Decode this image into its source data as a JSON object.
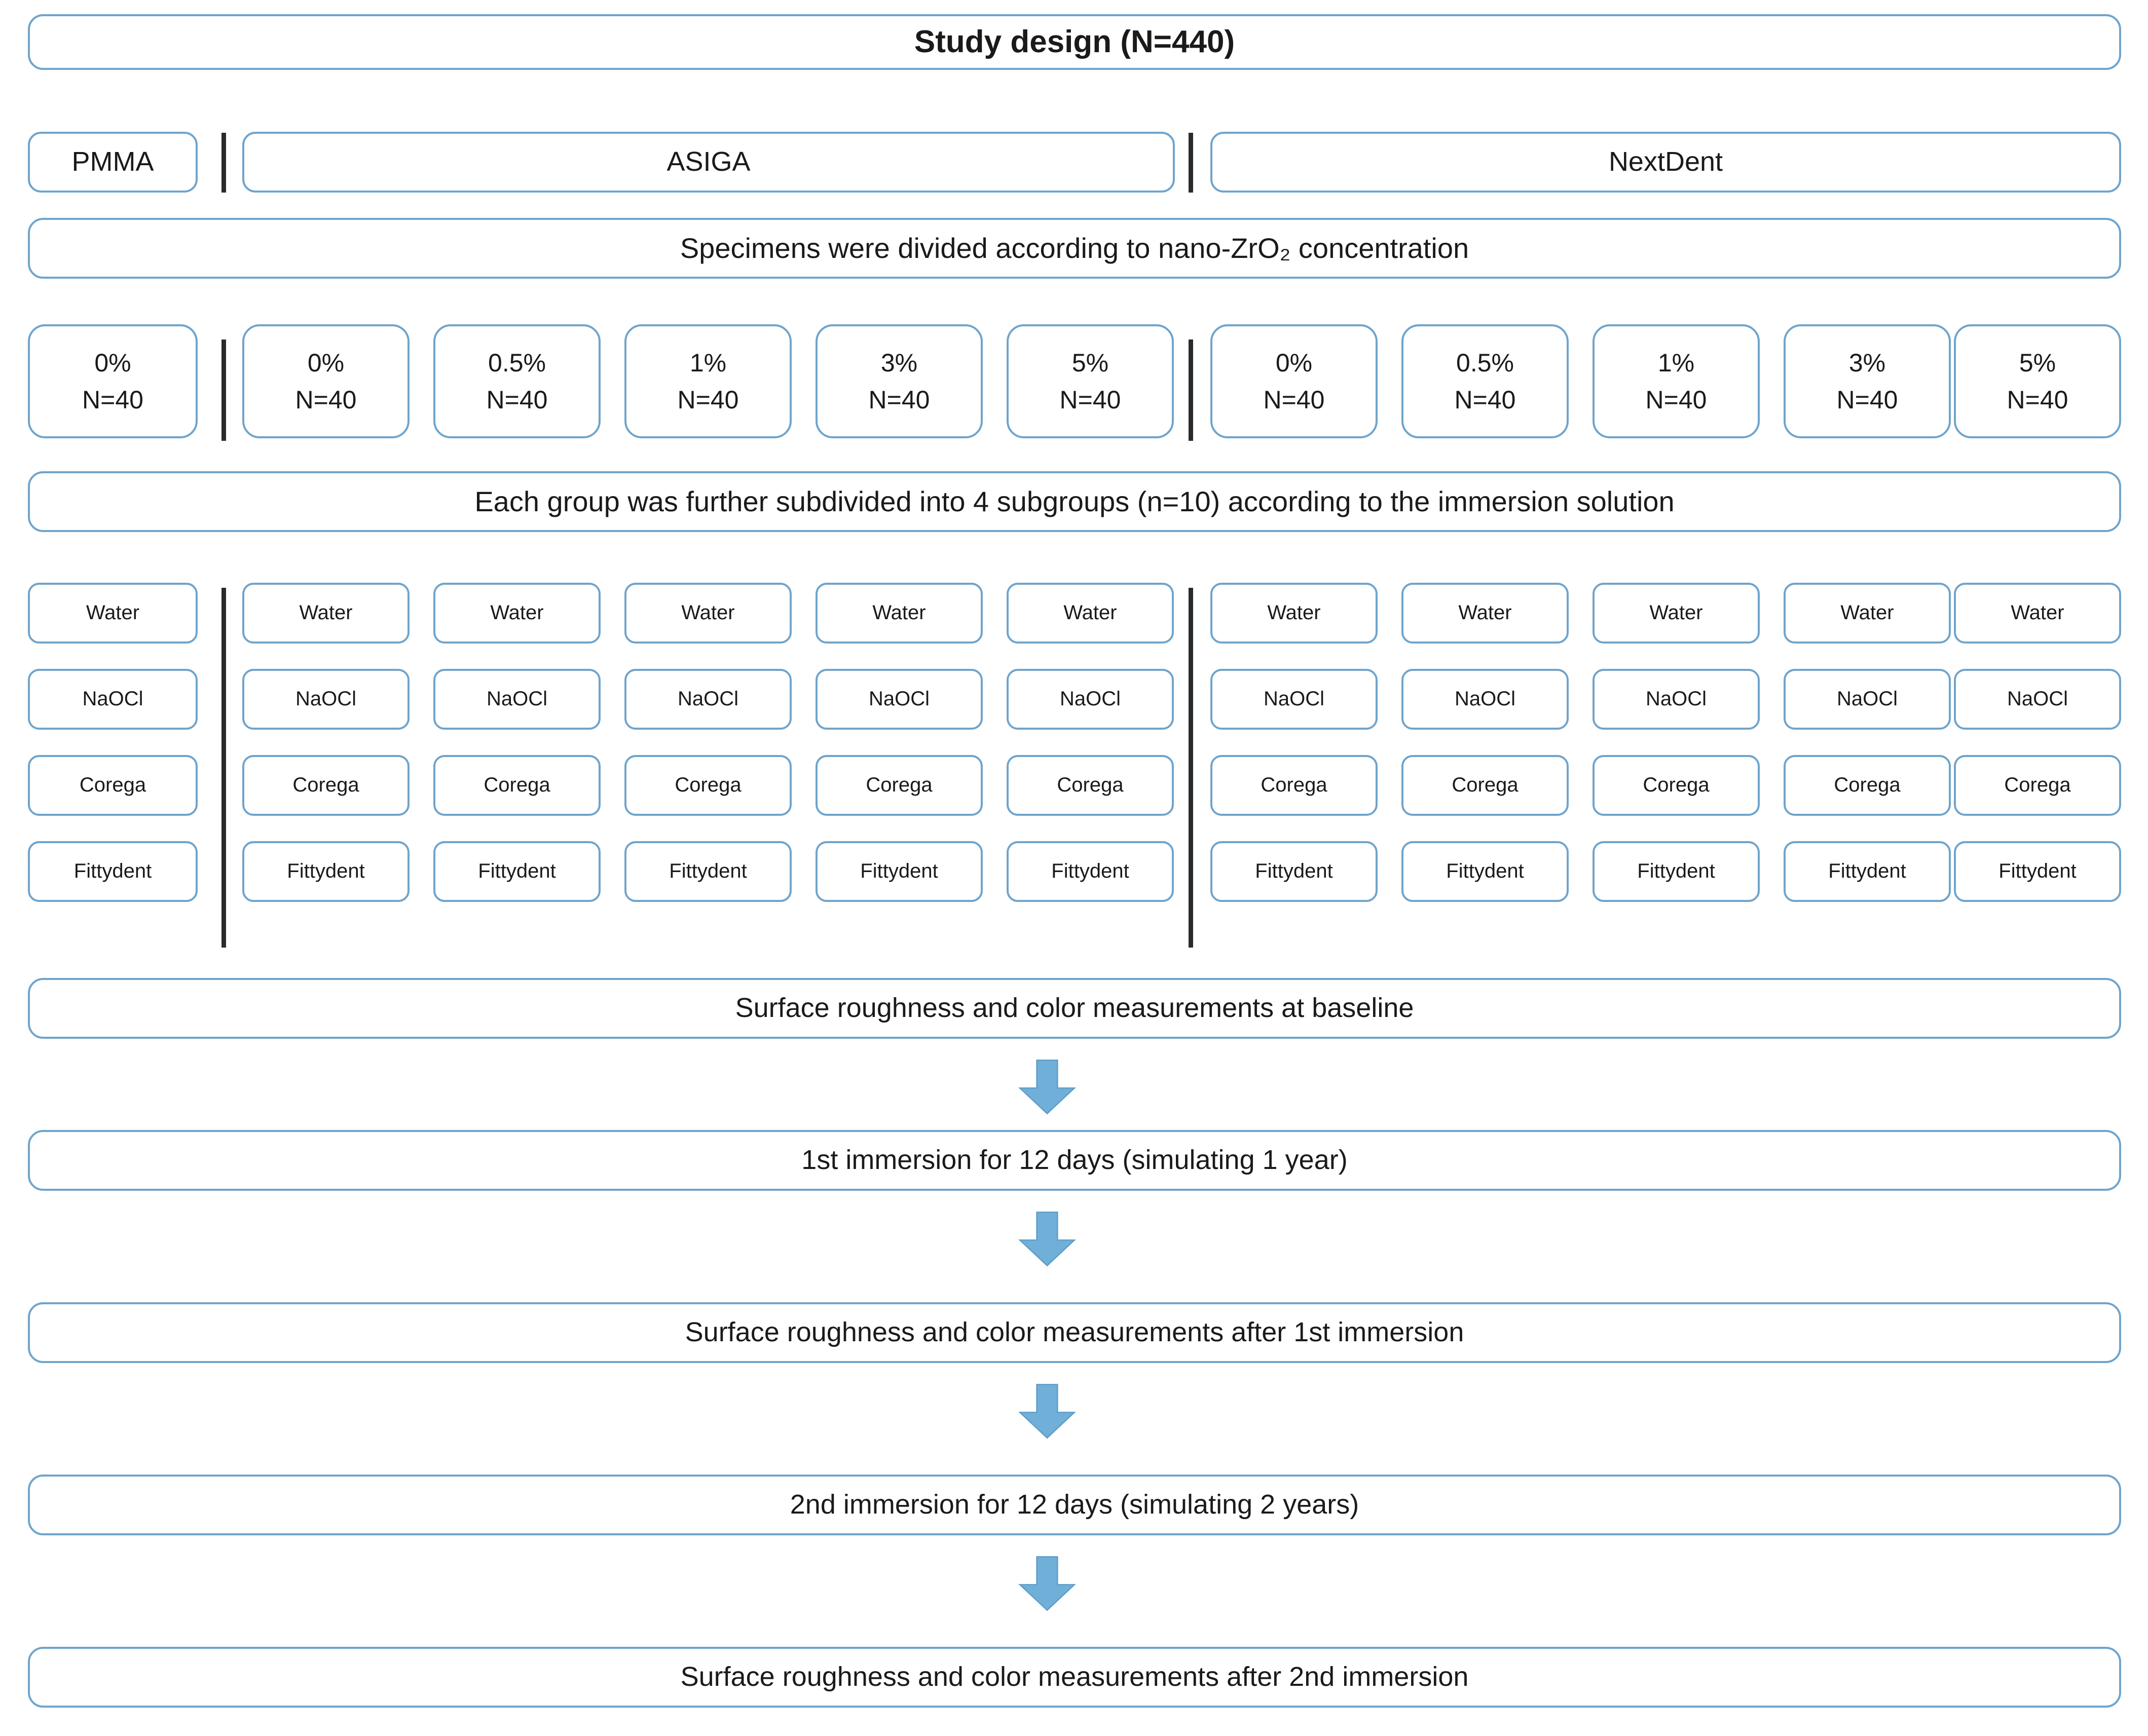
{
  "title": {
    "label": "Study design  (N=440)"
  },
  "materials": [
    {
      "label": "PMMA"
    },
    {
      "label": "ASIGA"
    },
    {
      "label": "NextDent"
    }
  ],
  "banners": {
    "division": "Specimens were divided according to nano-ZrO₂ concentration",
    "subdivision": "Each group was further subdivided into 4 subgroups (n=10) according to the immersion solution"
  },
  "concentration_columns": [
    {
      "concentration": "0%",
      "n": "N=40",
      "group": "PMMA"
    },
    {
      "concentration": "0%",
      "n": "N=40",
      "group": "ASIGA"
    },
    {
      "concentration": "0.5%",
      "n": "N=40",
      "group": "ASIGA"
    },
    {
      "concentration": "1%",
      "n": "N=40",
      "group": "ASIGA"
    },
    {
      "concentration": "3%",
      "n": "N=40",
      "group": "ASIGA"
    },
    {
      "concentration": "5%",
      "n": "N=40",
      "group": "ASIGA"
    },
    {
      "concentration": "0%",
      "n": "N=40",
      "group": "NextDent"
    },
    {
      "concentration": "0.5%",
      "n": "N=40",
      "group": "NextDent"
    },
    {
      "concentration": "1%",
      "n": "N=40",
      "group": "NextDent"
    },
    {
      "concentration": "3%",
      "n": "N=40",
      "group": "NextDent"
    },
    {
      "concentration": "5%",
      "n": "N=40",
      "group": "NextDent"
    }
  ],
  "immersion_solutions": [
    "Water",
    "NaOCl",
    "Corega",
    "Fittydent"
  ],
  "solution_grid": [
    [
      "Water",
      "NaOCl",
      "Corega",
      "Fittydent"
    ],
    [
      "Water",
      "NaOCl",
      "Corega",
      "Fittydent"
    ],
    [
      "Water",
      "NaOCl",
      "Corega",
      "Fittydent"
    ],
    [
      "Water",
      "NaOCl",
      "Corega",
      "Fittydent"
    ],
    [
      "Water",
      "NaOCl",
      "Corega",
      "Fittydent"
    ],
    [
      "Water",
      "NaOCl",
      "Corega",
      "Fittydent"
    ],
    [
      "Water",
      "NaOCl",
      "Corega",
      "Fittydent"
    ],
    [
      "Water",
      "NaOCl",
      "Corega",
      "Fittydent"
    ],
    [
      "Water",
      "NaOCl",
      "Corega",
      "Fittydent"
    ],
    [
      "Water",
      "NaOCl",
      "Corega",
      "Fittydent"
    ],
    [
      "Water",
      "NaOCl",
      "Corega",
      "Fittydent"
    ]
  ],
  "steps": [
    {
      "label": "Surface roughness and color measurements at  baseline"
    },
    {
      "label": "1st immersion for 12 days (simulating 1 year)"
    },
    {
      "label": "Surface roughness and color measurements after 1st immersion"
    },
    {
      "label": "2nd immersion for 12 days (simulating 2 years)"
    },
    {
      "label": "Surface roughness and color measurements after 2nd immersion"
    }
  ],
  "colors": {
    "box_border": "#6FA4CC",
    "arrow_fill": "#6FAFD8",
    "arrow_stroke": "#5C9BC6",
    "divider": "#2b2b2b",
    "text": "#1a1a1a"
  },
  "arrow_count": 4
}
